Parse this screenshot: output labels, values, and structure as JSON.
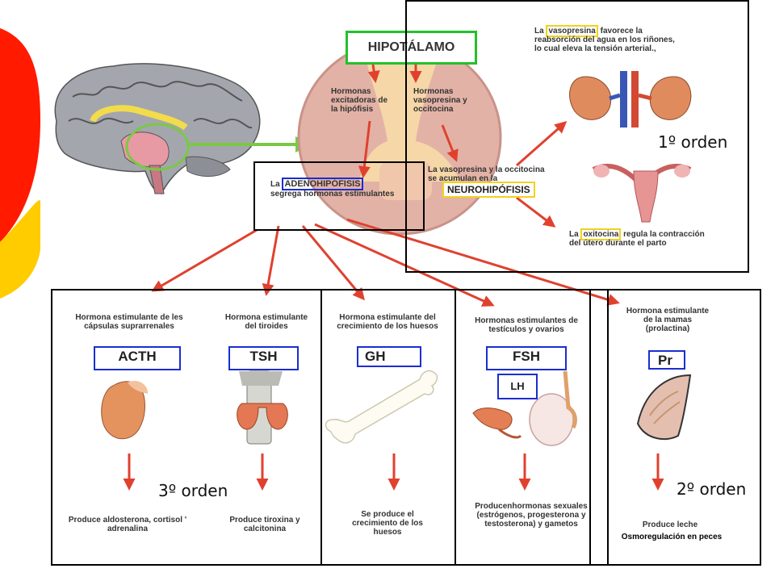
{
  "hypothalamus": {
    "title": "HIPOTÁLAMO"
  },
  "center": {
    "excitatory_text": "Hormonas excitadoras de la hipófisis",
    "vasopressin_text": "Hormonas vasopresina y occitocina",
    "vasopressin_overlap_text": "La vasopresina y la occitocina se acumulan en la",
    "adeno_prefix": "La",
    "adeno_name": "ADENOHIPÓFISIS",
    "adeno_suffix": "segrega hormonas estimulantes",
    "neuro_name": "NEUROHIPÓFISIS"
  },
  "right_panel": {
    "vaso_prefix": "La",
    "vaso_word": "vasopresina",
    "vaso_rest": "favorece la reabsorción del agua en los riñones, lo cual eleva la tensión arterial.,",
    "oxi_prefix": "La",
    "oxi_word": "oxitocina",
    "oxi_rest": "regula la contracción del útero durante el parto"
  },
  "orders": {
    "first": "1º orden",
    "second": "2º orden",
    "third": "3º orden"
  },
  "hormones": [
    {
      "desc": "Hormona estimulante de les cápsulas suprarrenales",
      "abbr": "ACTH",
      "effect": "Produce aldosterona, cortisol ' adrenalina"
    },
    {
      "desc": "Hormona estimulante del tiroides",
      "abbr": "TSH",
      "effect": "Produce tiroxina y calcitonina"
    },
    {
      "desc": "Hormona estimulante del crecimiento de los huesos",
      "abbr": "GH",
      "effect": "Se produce el crecimiento de los huesos"
    },
    {
      "desc": "Hormonas estimulantes de testículos y ovarios",
      "abbr": "FSH",
      "abbr2": "LH",
      "effect": "Producenhormonas sexuales (estrógenos, progesterona y testosterona) y gametos"
    },
    {
      "desc": "Hormona estimulante de la mamas (prolactina)",
      "abbr": "Pr",
      "effect": "Produce leche",
      "extra": "Osmoregulación en peces"
    }
  ],
  "colors": {
    "arrow": "#e0412f",
    "green_arrow": "#7ac943",
    "hypo_border": "#22c12b",
    "box_blue": "#1a2ed0",
    "highlight_yellow": "#f0d21e"
  }
}
